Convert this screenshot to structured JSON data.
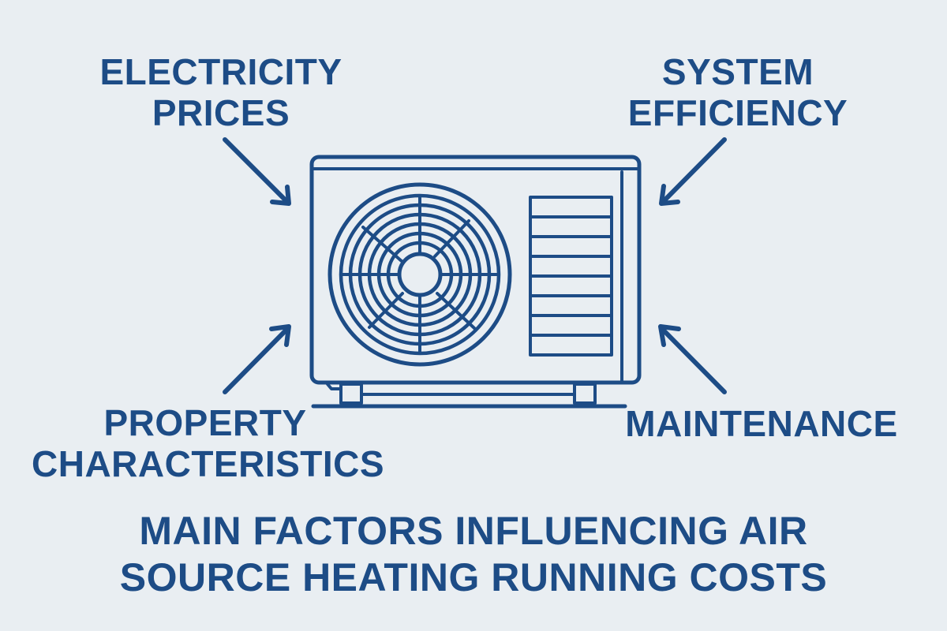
{
  "title": {
    "line1": "MAIN FACTORS INFLUENCING AIR",
    "line2": "SOURCE HEATING RUNNING COSTS"
  },
  "factors": [
    {
      "id": "electricity-prices",
      "line1": "ELECTRICITY",
      "line2": "PRICES",
      "position": "top-left"
    },
    {
      "id": "system-efficiency",
      "line1": "SYSTEM",
      "line2": "EFFICIENCY",
      "position": "top-right"
    },
    {
      "id": "property-characteristics",
      "line1": "PROPERTY",
      "line2": "CHARACTERISTICS",
      "position": "bottom-left"
    },
    {
      "id": "maintenance",
      "line1": "MAINTENANCE",
      "position": "bottom-right"
    }
  ],
  "center_icon": "air-source-heat-pump-outdoor-unit",
  "colors": {
    "primary": "#1d4c86",
    "background": "#e9eef2"
  }
}
